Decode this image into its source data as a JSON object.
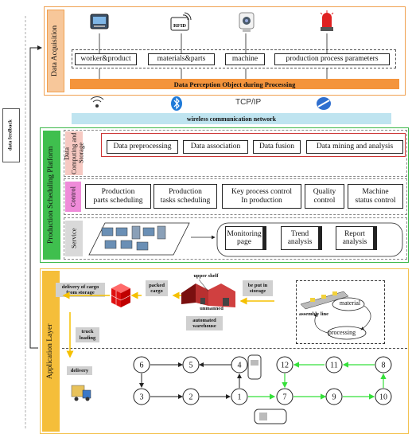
{
  "feedback_label": "data feedback",
  "acquisition": {
    "title": "Data Acquisition",
    "objects": [
      "worker&product",
      "materials&parts",
      "machine",
      "production process parameters"
    ],
    "rfid_tag": "RFID",
    "bar_label": "Data Perception Object during Processing"
  },
  "network": {
    "tcp_label": "TCP/IP",
    "bar_label": "wireless communication network"
  },
  "platform": {
    "title": "Production Scheduling Platform",
    "computing": {
      "label": "Data Computing and Storage",
      "items": [
        "Data preprocessing",
        "Data association",
        "Data fusion",
        "Data mining and analysis"
      ]
    },
    "control": {
      "label": "Control",
      "items": [
        [
          "Production",
          "parts scheduling"
        ],
        [
          "Production",
          "tasks scheduling"
        ],
        [
          "Key process control",
          "In production"
        ],
        [
          "Quality",
          "control"
        ],
        [
          "Machine",
          "status control"
        ]
      ]
    },
    "service": {
      "label": "Service",
      "items": [
        [
          "Monitoring",
          "page"
        ],
        [
          "Trend",
          "analysis"
        ],
        [
          "Report",
          "analysis"
        ]
      ]
    }
  },
  "application": {
    "title": "Application Layer",
    "delivery_from_storage": [
      "delivery of cargo",
      "from storage"
    ],
    "packed_cargo": [
      "packed",
      "cargo"
    ],
    "upper_shelf": "upper shelf",
    "unmanned": "unmanned",
    "automated_warehouse": [
      "automated",
      "warehouse"
    ],
    "be_put_in_storage": [
      "be put in",
      "storage"
    ],
    "truck_loading": [
      "truck",
      "loading"
    ],
    "delivery": "delivery",
    "cycle": {
      "material": "material",
      "assembly_line": "assembly line",
      "processing": "processing"
    },
    "nodes": [
      "1",
      "2",
      "3",
      "4",
      "5",
      "6",
      "7",
      "8",
      "9",
      "10",
      "11",
      "12"
    ]
  },
  "colors": {
    "acquisition_border": "#f0a050",
    "acquisition_label_bg": "#f7c79a",
    "perception_bar": "#f4943c",
    "network_bar": "#bfe4f0",
    "platform_border": "#3db84a",
    "platform_label_bg": "#3fbf4e",
    "computing_bg": "#f6c9c2",
    "control_bg": "#ef8bd9",
    "service_bg": "#d9d9d9",
    "application_border": "#f3c24f",
    "application_label_bg": "#f5be3a",
    "green_route": "#35e03a",
    "bluetooth": "#1f7ad8"
  }
}
